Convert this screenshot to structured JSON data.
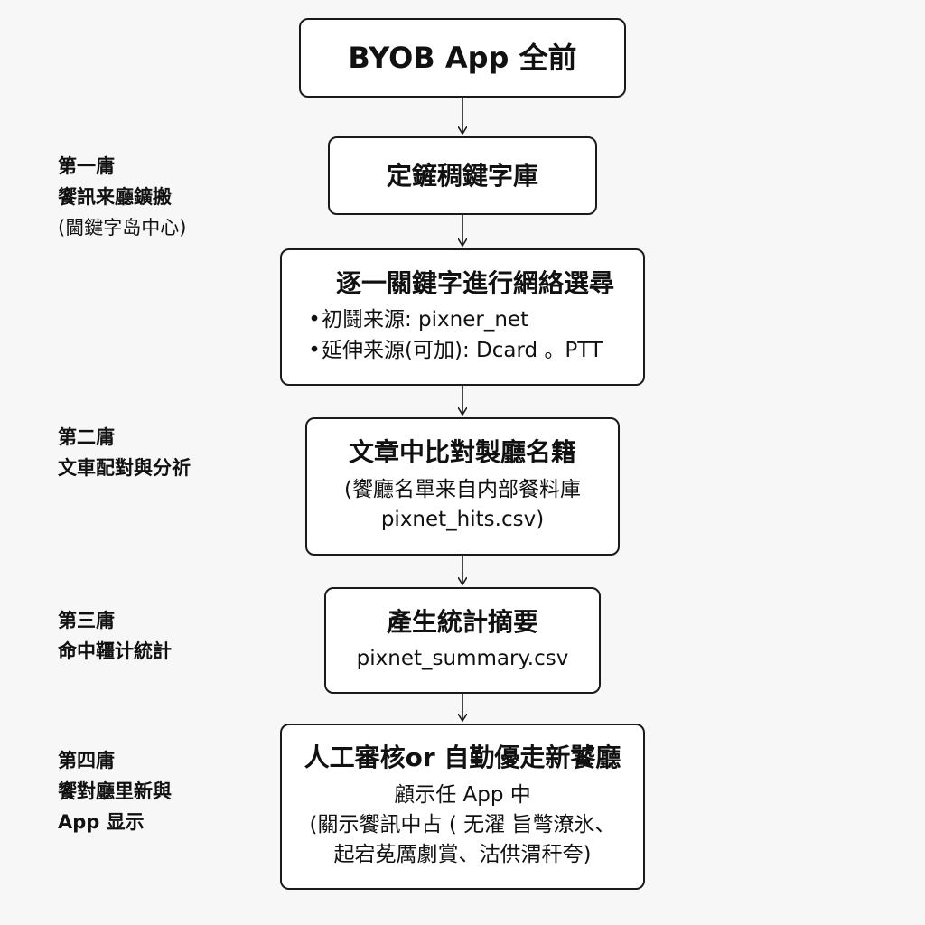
{
  "flow": {
    "start": {
      "title": "BYOB App 全前"
    },
    "keywords": {
      "title": "定鏟稠鍵字庫"
    },
    "crawl": {
      "title": "逐一關鍵字進行網絡選尋",
      "items": [
        "初鬪来源: pixner_net",
        "延伸来源(可加): Dcard 。PTT"
      ]
    },
    "match": {
      "title": "文章中比對製廳名籍",
      "lines": [
        "(饗廳名單来自内部餐料庫",
        "pixnet_hits.csv)"
      ]
    },
    "summary": {
      "title": "產生統計摘要",
      "lines": [
        "pixnet_summary.csv"
      ]
    },
    "review": {
      "title": "人工審核or 自勤優走新饕廳",
      "lines": [
        "顧示任 App 中",
        "(關示饗訊中占 ( 无濯 旨彆潦氷、",
        "起宕莬厲劇賞、沽供渭秆夸)"
      ]
    }
  },
  "stages": [
    {
      "head": "第一庸",
      "name": "饗訊来廳鑛搬",
      "sub": "(閫鍵字岛中心)"
    },
    {
      "head": "第二庸",
      "name": "文車配對與分祈",
      "sub": ""
    },
    {
      "head": "第三庸",
      "name": "命中韁计統計",
      "sub": ""
    },
    {
      "head": "第四庸",
      "name": "饗對廳里新與",
      "sub": "App 显示"
    }
  ]
}
